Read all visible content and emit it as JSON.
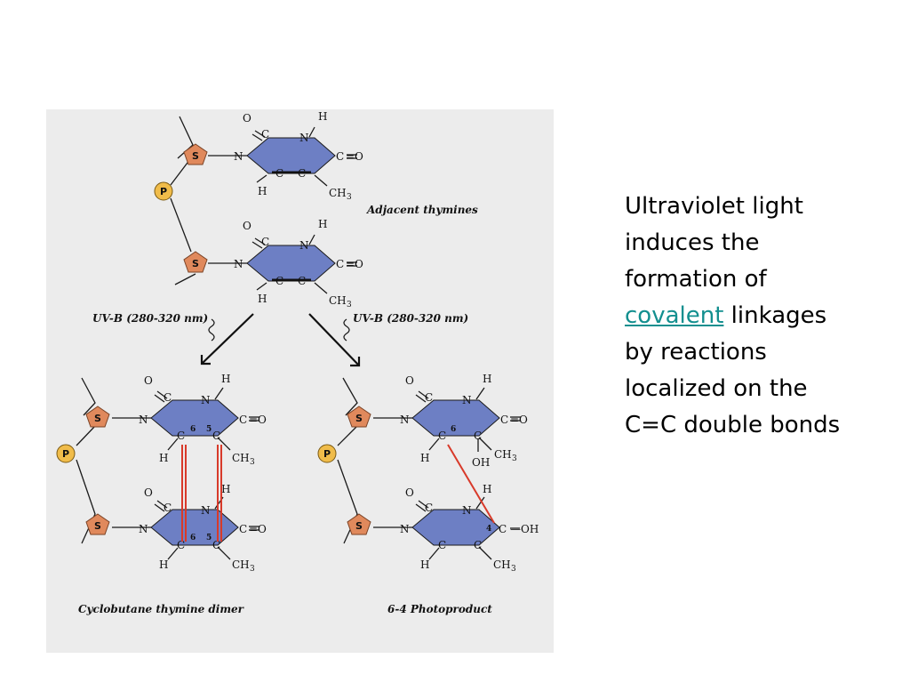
{
  "figure": {
    "labels": {
      "adjacent": "Adjacent thymines",
      "uv_left": "UV-B (280-320 nm)",
      "uv_right": "UV-B (280-320 nm)",
      "cyclobutane": "Cyclobutane thymine dimer",
      "photoproduct": "6-4 Photoproduct"
    },
    "atoms": {
      "O": "O",
      "H": "H",
      "N": "N",
      "C": "C",
      "S": "S",
      "P": "P",
      "CH3": "CH",
      "sub3": "3",
      "OH": "OH",
      "dashO": "—OH",
      "eqO": "=O"
    },
    "numbers": {
      "n6": "6",
      "n5": "5",
      "n4": "4"
    }
  },
  "caption": {
    "line1": "Ultraviolet light",
    "line2": "induces the",
    "line3": "formation of",
    "link": "covalent",
    "after_link": " linkages",
    "line5": "by reactions",
    "line6": "localized on the",
    "line7": "C=C double bonds"
  },
  "colors": {
    "ring": "#6d7fc4",
    "sugar": "#e0895c",
    "phosphate": "#f0bc4a",
    "covalent_link": "#d83a2a",
    "hyperlink": "#138f8f",
    "figure_background": "#ececec"
  }
}
